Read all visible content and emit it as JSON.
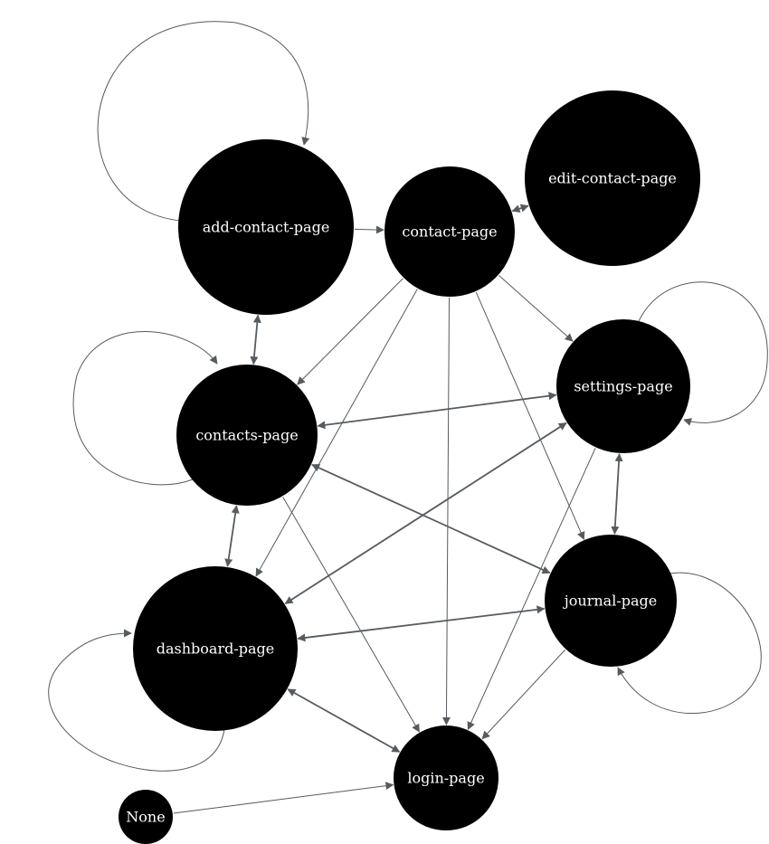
{
  "diagram": {
    "type": "directed-graph",
    "edge_color": "#555b5f",
    "node_color": "#000000",
    "label_color": "#ffffff",
    "nodes": [
      {
        "id": "add",
        "label": "add-contact-page"
      },
      {
        "id": "contact",
        "label": "contact-page"
      },
      {
        "id": "edit",
        "label": "edit-contact-page"
      },
      {
        "id": "contacts",
        "label": "contacts-page"
      },
      {
        "id": "settings",
        "label": "settings-page"
      },
      {
        "id": "journal",
        "label": "journal-page"
      },
      {
        "id": "dashboard",
        "label": "dashboard-page"
      },
      {
        "id": "login",
        "label": "login-page"
      },
      {
        "id": "none",
        "label": "None"
      }
    ],
    "edges": [
      {
        "from": "add",
        "to": "add"
      },
      {
        "from": "add",
        "to": "contact"
      },
      {
        "from": "add",
        "to": "contacts",
        "bidirectional": true
      },
      {
        "from": "contact",
        "to": "edit",
        "bidirectional": true
      },
      {
        "from": "contact",
        "to": "contacts"
      },
      {
        "from": "contact",
        "to": "settings"
      },
      {
        "from": "contact",
        "to": "dashboard"
      },
      {
        "from": "contact",
        "to": "login"
      },
      {
        "from": "contact",
        "to": "journal"
      },
      {
        "from": "contacts",
        "to": "contacts"
      },
      {
        "from": "contacts",
        "to": "settings",
        "bidirectional": true
      },
      {
        "from": "contacts",
        "to": "journal",
        "bidirectional": true
      },
      {
        "from": "contacts",
        "to": "dashboard",
        "bidirectional": true
      },
      {
        "from": "contacts",
        "to": "login"
      },
      {
        "from": "settings",
        "to": "settings"
      },
      {
        "from": "settings",
        "to": "dashboard",
        "bidirectional": true
      },
      {
        "from": "settings",
        "to": "journal",
        "bidirectional": true
      },
      {
        "from": "settings",
        "to": "login"
      },
      {
        "from": "journal",
        "to": "journal"
      },
      {
        "from": "journal",
        "to": "dashboard",
        "bidirectional": true
      },
      {
        "from": "journal",
        "to": "login"
      },
      {
        "from": "dashboard",
        "to": "dashboard"
      },
      {
        "from": "dashboard",
        "to": "login",
        "bidirectional": true
      },
      {
        "from": "none",
        "to": "login"
      }
    ]
  }
}
